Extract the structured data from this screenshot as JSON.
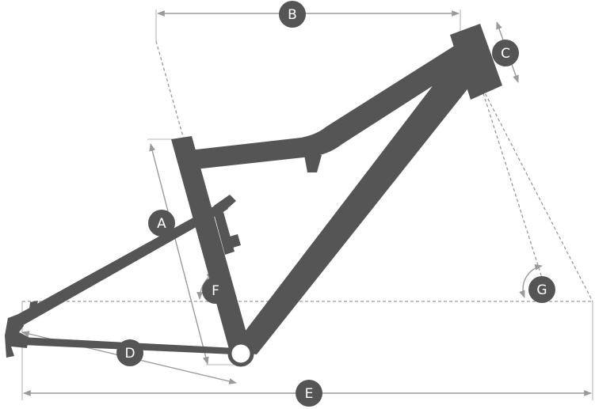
{
  "colors": {
    "frame": "#555555",
    "dimension_line": "#9a9a9a",
    "badge_fill": "#555555",
    "badge_text": "#ffffff",
    "background": "#ffffff"
  },
  "labels": {
    "a": "A",
    "b": "B",
    "c": "C",
    "d": "D",
    "e": "E",
    "f": "F",
    "g": "G"
  }
}
